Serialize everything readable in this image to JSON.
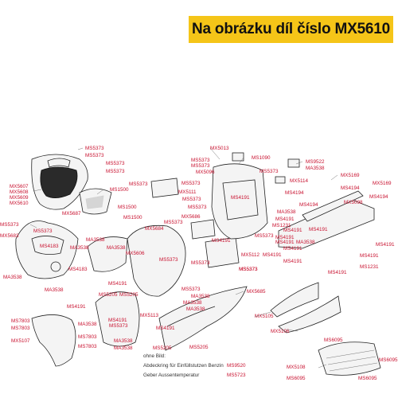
{
  "banner": {
    "title": "Na obrázku díl číslo MX5610"
  },
  "labels": [
    {
      "id": "l1",
      "text": "MS5373"
    },
    {
      "id": "l2",
      "text": "MS5373"
    },
    {
      "id": "l3",
      "text": "MS5373"
    },
    {
      "id": "l4",
      "text": "MS5373"
    },
    {
      "id": "l5",
      "text": "MX5607"
    },
    {
      "id": "l6",
      "text": "MX5608"
    },
    {
      "id": "l7",
      "text": "MX5609"
    },
    {
      "id": "l8",
      "text": "MX5610"
    },
    {
      "id": "l9",
      "text": "MS1500"
    },
    {
      "id": "l10",
      "text": "MS1500"
    },
    {
      "id": "l11",
      "text": "MS1500"
    },
    {
      "id": "l12",
      "text": "MX5687"
    },
    {
      "id": "l13",
      "text": "MS5373"
    },
    {
      "id": "l14",
      "text": "MS5373"
    },
    {
      "id": "l15",
      "text": "MX5683"
    },
    {
      "id": "l16",
      "text": "MS4183"
    },
    {
      "id": "l17",
      "text": "MS4183"
    },
    {
      "id": "l18",
      "text": "MA3538"
    },
    {
      "id": "l19",
      "text": "MA3538"
    },
    {
      "id": "l20",
      "text": "MA3538"
    },
    {
      "id": "l21",
      "text": "MA3538"
    },
    {
      "id": "l22",
      "text": "MA3538"
    },
    {
      "id": "l23",
      "text": "MS4191"
    },
    {
      "id": "l24",
      "text": "MS5373"
    },
    {
      "id": "l25",
      "text": "MX5111"
    },
    {
      "id": "l26",
      "text": "MS5373"
    },
    {
      "id": "l27",
      "text": "MX5686"
    },
    {
      "id": "l28",
      "text": "MS5373"
    },
    {
      "id": "l29",
      "text": "MX5684"
    },
    {
      "id": "l30",
      "text": "MX5606"
    },
    {
      "id": "l31",
      "text": "MS5373"
    },
    {
      "id": "l32",
      "text": "MS5373"
    },
    {
      "id": "l33",
      "text": "MX5013"
    },
    {
      "id": "l34",
      "text": "MS5373"
    },
    {
      "id": "l35",
      "text": "MS5373"
    },
    {
      "id": "l36",
      "text": "MX5096"
    },
    {
      "id": "l37",
      "text": "MS5373"
    },
    {
      "id": "l38",
      "text": "MS5373"
    },
    {
      "id": "l39",
      "text": "MS1090"
    },
    {
      "id": "l40",
      "text": "MS9522"
    },
    {
      "id": "l41",
      "text": "MA3538"
    },
    {
      "id": "l42",
      "text": "MS5373"
    },
    {
      "id": "l43",
      "text": "MX5114"
    },
    {
      "id": "l44",
      "text": "MX5169"
    },
    {
      "id": "l45",
      "text": "MS4191"
    },
    {
      "id": "l46",
      "text": "MS4191"
    },
    {
      "id": "l47",
      "text": "MS5373"
    },
    {
      "id": "l48",
      "text": "MX5112"
    },
    {
      "id": "l49",
      "text": "MS5373"
    },
    {
      "id": "l50",
      "text": "MS4194"
    },
    {
      "id": "l51",
      "text": "MS4194"
    },
    {
      "id": "l52",
      "text": "MX5169"
    },
    {
      "id": "l53",
      "text": "MS4194"
    },
    {
      "id": "l54",
      "text": "MS4194"
    },
    {
      "id": "l55",
      "text": "MA3538"
    },
    {
      "id": "l56",
      "text": "MS4191"
    },
    {
      "id": "l57",
      "text": "MS1231"
    },
    {
      "id": "l58",
      "text": "MS4191"
    },
    {
      "id": "l59",
      "text": "MS4191"
    },
    {
      "id": "l60",
      "text": "MX5098"
    },
    {
      "id": "l61",
      "text": "MS4191"
    },
    {
      "id": "l62",
      "text": "MS4191"
    },
    {
      "id": "l63",
      "text": "MS4191"
    },
    {
      "id": "l64",
      "text": "MS1231"
    },
    {
      "id": "l65",
      "text": "MS5373"
    },
    {
      "id": "l66",
      "text": "MS5205"
    },
    {
      "id": "l67",
      "text": "MS5205"
    },
    {
      "id": "l68",
      "text": "MS5373"
    },
    {
      "id": "l69",
      "text": "MA3538"
    },
    {
      "id": "l70",
      "text": "MA3538"
    },
    {
      "id": "l71",
      "text": "MA3538"
    },
    {
      "id": "l72",
      "text": "MX5685"
    },
    {
      "id": "l73",
      "text": "MS4191"
    },
    {
      "id": "l74",
      "text": "MX5113"
    },
    {
      "id": "l75",
      "text": "MS7803"
    },
    {
      "id": "l76",
      "text": "MS7803"
    },
    {
      "id": "l77",
      "text": "MA3538"
    },
    {
      "id": "l78",
      "text": "MS4191"
    },
    {
      "id": "l79",
      "text": "MS5373"
    },
    {
      "id": "l80",
      "text": "MS4191"
    },
    {
      "id": "l81",
      "text": "MX5107"
    },
    {
      "id": "l82",
      "text": "MS7803"
    },
    {
      "id": "l83",
      "text": "MS7803"
    },
    {
      "id": "l84",
      "text": "MA3538"
    },
    {
      "id": "l85",
      "text": "MA3538"
    },
    {
      "id": "l86",
      "text": "MS5205"
    },
    {
      "id": "l87",
      "text": "MS5205"
    },
    {
      "id": "l88",
      "text": "MX5105"
    },
    {
      "id": "l89",
      "text": "MX5106"
    },
    {
      "id": "l90",
      "text": "MS6095"
    },
    {
      "id": "l91",
      "text": "MS6095"
    },
    {
      "id": "l92",
      "text": "MS6095"
    },
    {
      "id": "l93",
      "text": "MS6095"
    },
    {
      "id": "l94",
      "text": "MX5108"
    },
    {
      "id": "l95",
      "text": "MS4191"
    },
    {
      "id": "l96",
      "text": "MA3538"
    },
    {
      "id": "l97",
      "text": "MS4191"
    },
    {
      "id": "l98",
      "text": "MS4191"
    },
    {
      "id": "l99",
      "text": "MS4191"
    },
    {
      "id": "l100",
      "text": "MS4191"
    }
  ],
  "notes": [
    {
      "text": "ohne Bild:",
      "code": ""
    },
    {
      "text": "Abdeckring für Einfüllstutzen Benzin",
      "code": "MS9520"
    },
    {
      "text": "Geber Aussentemperatur",
      "code": "MS5723"
    }
  ]
}
